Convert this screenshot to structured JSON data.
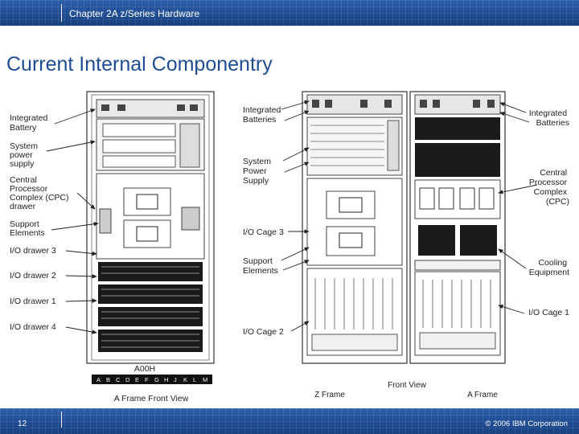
{
  "header": {
    "chapter": "Chapter 2A z/Series Hardware"
  },
  "slide": {
    "title": "Current Internal Componentry"
  },
  "figure": {
    "left_labels": {
      "integrated_battery": [
        "Integrated",
        "Battery"
      ],
      "system_power_supply": [
        "System",
        "power",
        "supply"
      ],
      "cpc_drawer": [
        "Central",
        "Processor",
        "Complex (CPC)",
        "drawer"
      ],
      "support_elements": [
        "Support",
        "Elements"
      ],
      "io_drawer_3": "I/O drawer 3",
      "io_drawer_2": "I/O drawer 2",
      "io_drawer_1": "I/O drawer 1",
      "io_drawer_4": "I/O drawer 4"
    },
    "a_frame": {
      "model": "A00H",
      "letters": [
        "A",
        "B",
        "C",
        "D",
        "E",
        "F",
        "G",
        "H",
        "J",
        "K",
        "L",
        "M"
      ],
      "caption": "A Frame Front View"
    },
    "middle_labels": {
      "integrated_batteries": [
        "Integrated",
        "Batteries"
      ],
      "system_power_supply": [
        "System",
        "Power",
        "Supply"
      ],
      "io_cage_3": "I/O Cage 3",
      "support_elements": [
        "Support",
        "Elements"
      ],
      "io_cage_2": "I/O Cage 2"
    },
    "right_labels": {
      "integrated_batteries": [
        "Integrated",
        "Batteries"
      ],
      "cpc": [
        "Central",
        "Processor",
        "Complex",
        "(CPC)"
      ],
      "cooling_equipment": [
        "Cooling",
        "Equipment"
      ],
      "io_cage_1": "I/O Cage 1"
    },
    "captions": {
      "z_frame": "Z Frame",
      "front_view": "Front View",
      "a_frame": "A Frame"
    }
  },
  "footer": {
    "page": "12",
    "copyright": "© 2006 IBM Corporation"
  },
  "colors": {
    "header_blue": "#1f4c93",
    "title_blue": "#1f4c93",
    "ink": "#222222"
  }
}
